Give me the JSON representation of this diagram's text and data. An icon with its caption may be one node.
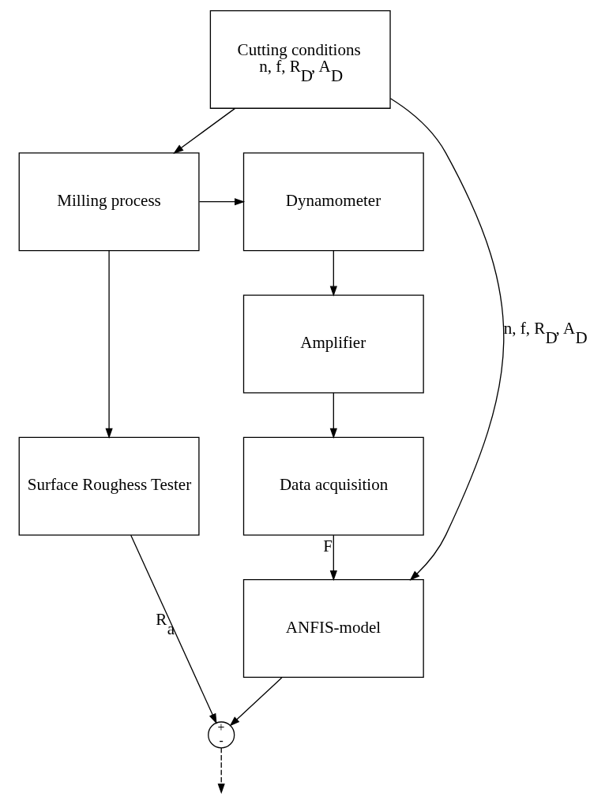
{
  "diagram": {
    "nodes": [
      {
        "text": [
          "Cutting conditions",
          "n, f, R$_{D}$, A$_{D}$"
        ]
      },
      {
        "text": [
          "Milling process"
        ]
      },
      {
        "text": [
          "Dynamometer"
        ]
      },
      {
        "text": [
          "Amplifier"
        ]
      },
      {
        "text": [
          "Data acquisition"
        ]
      },
      {
        "text": [
          "Surface Roughess Tester"
        ]
      },
      {
        "text": [
          "ANFIS-model"
        ]
      },
      {
        "text": [
          "+",
          "-"
        ]
      }
    ],
    "edges": [
      {
        "from": 0,
        "to": 1,
        "arrow": "to"
      },
      {
        "from": 1,
        "to": 2,
        "arrow": "to"
      },
      {
        "from": 2,
        "to": 3,
        "arrow": "to"
      },
      {
        "from": 3,
        "to": 4,
        "arrow": "to"
      },
      {
        "from": 1,
        "to": 5,
        "arrow": "to"
      },
      {
        "from": 0,
        "to": 6,
        "arrow": "to",
        "label": "n, f, R$_{D}$, A$_{D}$"
      },
      {
        "from": 4,
        "to": 6,
        "arrow": "to",
        "label": "F"
      },
      {
        "from": 6,
        "to": 7,
        "arrow": "to"
      },
      {
        "from": 5,
        "to": 7,
        "arrow": "to",
        "label": "R$_{a}$"
      },
      {
        "from": 7,
        "to": null,
        "arrow": "to",
        "style": "dashed"
      }
    ]
  }
}
